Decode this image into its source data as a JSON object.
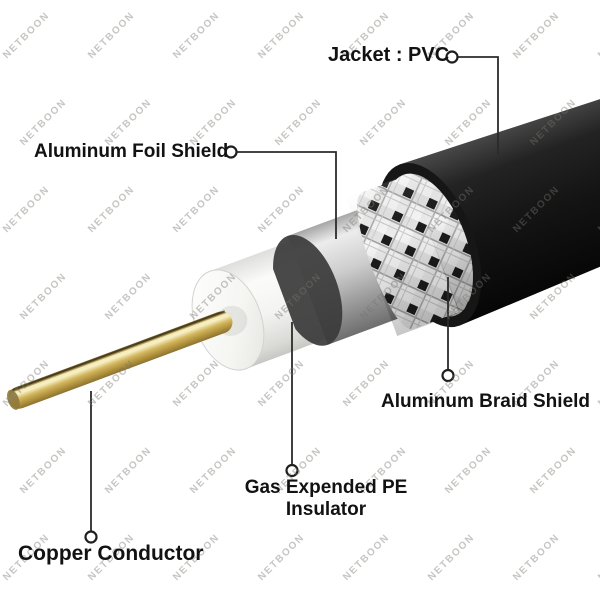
{
  "watermark": {
    "text": "NETBOON"
  },
  "diagram": {
    "labels": {
      "jacket": "Jacket : PVC",
      "foil_shield": "Aluminum Foil Shield",
      "braid_shield": "Aluminum Braid Shield",
      "insulator_line1": "Gas Expended PE",
      "insulator_line2": "Insulator",
      "conductor": "Copper Conductor"
    },
    "colors": {
      "background": "#ffffff",
      "jacket": "#141414",
      "braid": "#f2f2f2",
      "foil": "#bcbcbc",
      "insulator": "#f4f4f2",
      "copper": "#c9a84c",
      "label_text": "#121212",
      "watermark": "#8a8680"
    }
  }
}
